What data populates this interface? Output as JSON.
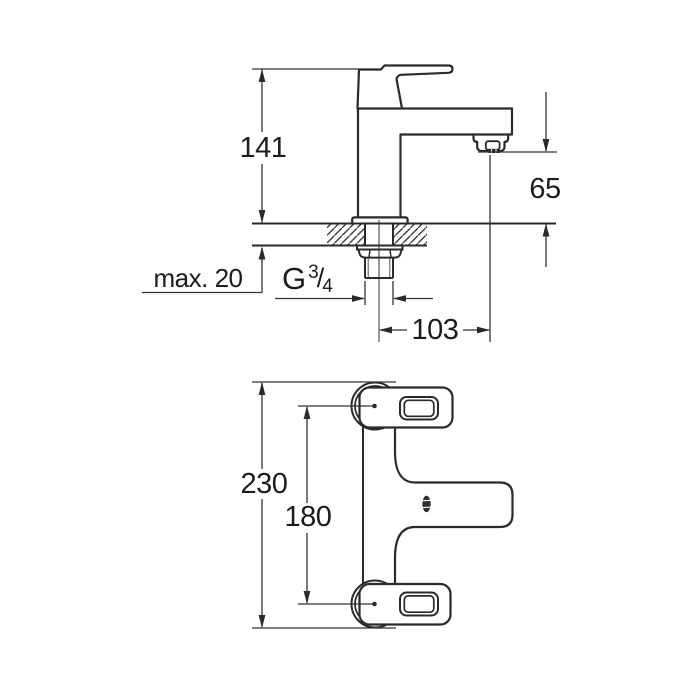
{
  "canvas": {
    "background": "#ffffff",
    "line_color": "#2a2a2a",
    "thin_line_color": "#333333"
  },
  "top_drawing": {
    "view": "pillar-tap-side-view",
    "dim_total_height": "141",
    "dim_spout_height": "65",
    "dim_max_deck_thickness": "max. 20",
    "dim_spout_reach": "103",
    "thread_label": {
      "prefix": "G",
      "numerator": "3",
      "slash": "/",
      "denominator": "4"
    }
  },
  "bottom_drawing": {
    "view": "wall-mixer-front-view",
    "dim_overall_height": "230",
    "dim_mounting_centers": "180"
  }
}
